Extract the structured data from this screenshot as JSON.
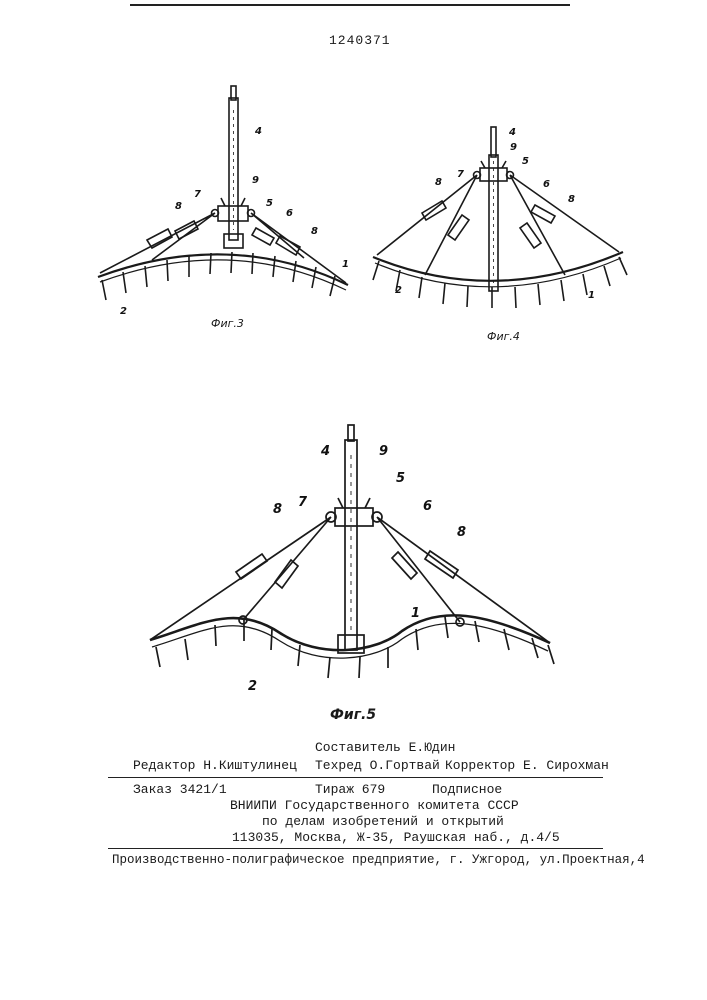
{
  "header": {
    "doc_number": "1240371"
  },
  "figures": [
    {
      "caption": "Фиг.3",
      "labels": [
        "1",
        "2",
        "4",
        "5",
        "6",
        "7",
        "8",
        "8",
        "9"
      ]
    },
    {
      "caption": "Фиг.4",
      "labels": [
        "1",
        "2",
        "4",
        "5",
        "6",
        "7",
        "8",
        "8",
        "9"
      ]
    },
    {
      "caption": "Фиг.5",
      "labels": [
        "1",
        "2",
        "4",
        "5",
        "6",
        "7",
        "8",
        "8",
        "9"
      ]
    }
  ],
  "colophon": {
    "editor": "Редактор Н.Киштулинец",
    "compiler": "Составитель Е.Юдин",
    "techred": "Техред О.Гортвай",
    "corrector": "Корректор  Е. Сирохман",
    "order": "Заказ 3421/1",
    "circulation": "Тираж 679",
    "subscription": "Подписное",
    "org_line1": "ВНИИПИ Государственного комитета СССР",
    "org_line2": "по делам изобретений и открытий",
    "org_line3": "113035, Москва, Ж-35, Раушская наб., д.4/5",
    "printer": "Производственно-полиграфическое предприятие, г. Ужгород, ул.Проектная,4"
  }
}
